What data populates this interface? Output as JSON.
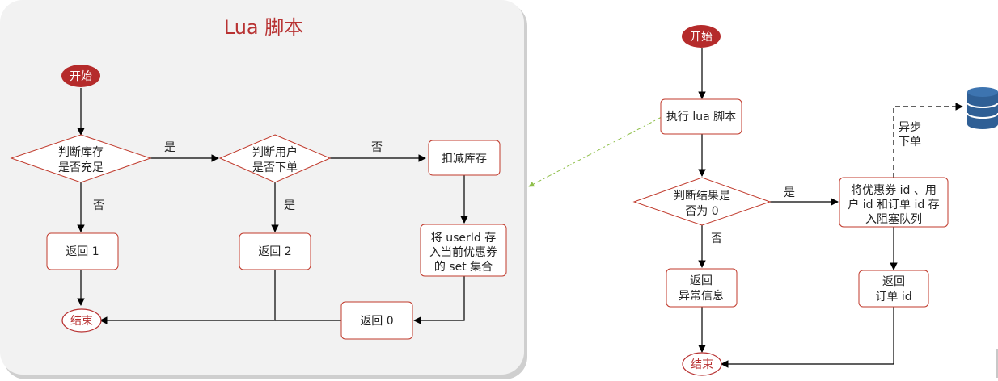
{
  "lua": {
    "title": "Lua 脚本",
    "start": "开始",
    "check_stock": [
      "判断库存",
      "是否充足"
    ],
    "check_user": [
      "判断用户",
      "是否下单"
    ],
    "deduct": "扣减库存",
    "save_user": [
      "将 userId 存",
      "入当前优惠券",
      "的 set 集合"
    ],
    "ret1": "返回 1",
    "ret2": "返回 2",
    "ret0": "返回 0",
    "end": "结束",
    "yes1": "是",
    "no1": "否",
    "yes2": "是",
    "no2": "否"
  },
  "main": {
    "start": "开始",
    "exec": "执行 lua 脚本",
    "judge": [
      "判断结果是",
      "否为 0"
    ],
    "enqueue": [
      "将优惠券 id 、用",
      "户 id 和订单 id 存",
      "入阻塞队列"
    ],
    "error": [
      "返回",
      "异常信息"
    ],
    "order": [
      "返回",
      "订单 id"
    ],
    "end": "结束",
    "yes": "是",
    "no": "否",
    "async": [
      "异步",
      "下单"
    ],
    "db_icon": "database-icon"
  },
  "colors": {
    "accent": "#b83232",
    "terminal_fill": "#b52b2b",
    "panel": "#f2f2f2",
    "connector": "#8fbf4a",
    "db": "#2f5f95"
  }
}
